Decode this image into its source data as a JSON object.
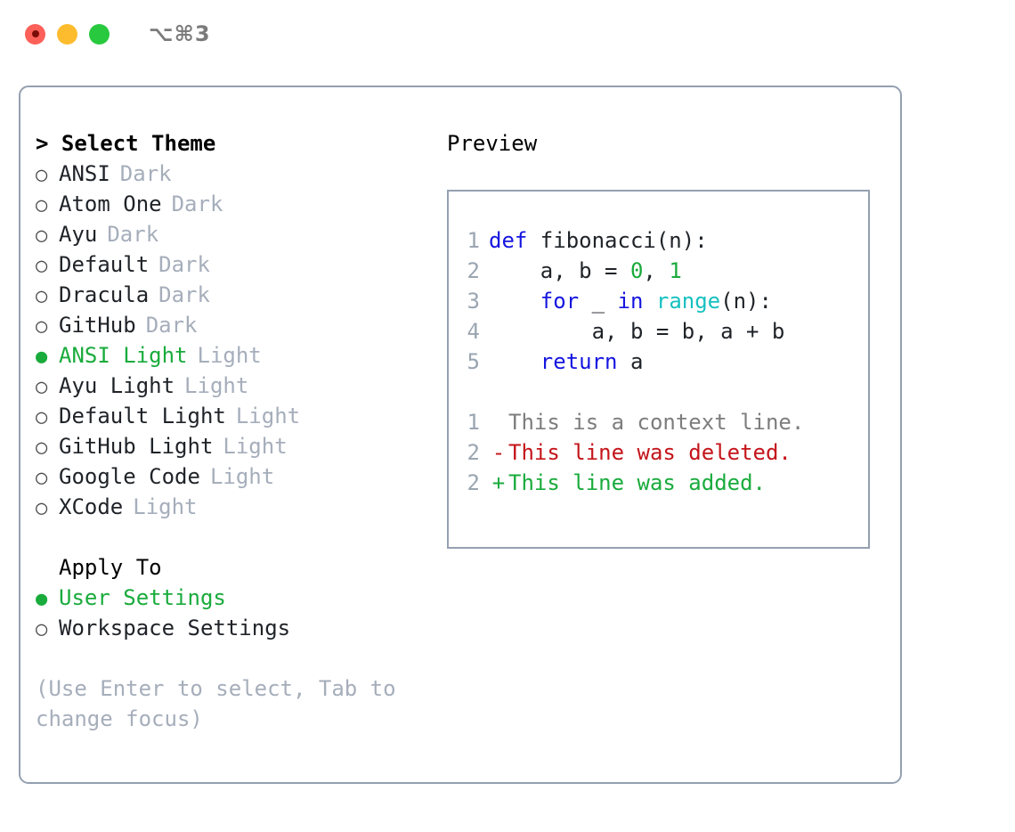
{
  "titlebar": {
    "traffic_lights": [
      {
        "name": "close-button",
        "color": "#fc6058"
      },
      {
        "name": "minimize-button",
        "color": "#fdbc2e"
      },
      {
        "name": "maximize-button",
        "color": "#28c93f"
      }
    ],
    "shortcut": "⌥⌘3"
  },
  "theme_picker": {
    "header": "> Select Theme",
    "options": [
      {
        "bullet": "○",
        "name": "ANSI",
        "category": "Dark",
        "selected": false
      },
      {
        "bullet": "○",
        "name": "Atom One",
        "category": "Dark",
        "selected": false
      },
      {
        "bullet": "○",
        "name": "Ayu",
        "category": "Dark",
        "selected": false
      },
      {
        "bullet": "○",
        "name": "Default",
        "category": "Dark",
        "selected": false
      },
      {
        "bullet": "○",
        "name": "Dracula",
        "category": "Dark",
        "selected": false
      },
      {
        "bullet": "○",
        "name": "GitHub",
        "category": "Dark",
        "selected": false
      },
      {
        "bullet": "●",
        "name": "ANSI Light",
        "category": "Light",
        "selected": true
      },
      {
        "bullet": "○",
        "name": "Ayu Light",
        "category": "Light",
        "selected": false
      },
      {
        "bullet": "○",
        "name": "Default Light",
        "category": "Light",
        "selected": false
      },
      {
        "bullet": "○",
        "name": "GitHub Light",
        "category": "Light",
        "selected": false
      },
      {
        "bullet": "○",
        "name": "Google Code",
        "category": "Light",
        "selected": false
      },
      {
        "bullet": "○",
        "name": "XCode",
        "category": "Light",
        "selected": false
      }
    ]
  },
  "apply_to": {
    "header": "Apply To",
    "options": [
      {
        "bullet": "●",
        "name": "User Settings",
        "selected": true
      },
      {
        "bullet": "○",
        "name": "Workspace Settings",
        "selected": false
      }
    ]
  },
  "hint": "(Use Enter to select, Tab to change focus)",
  "preview": {
    "title": "Preview",
    "code_lines": [
      {
        "no": "1",
        "tokens": [
          {
            "t": "def",
            "c": "kw"
          },
          {
            "t": " fibonacci(n):",
            "c": "txt"
          }
        ]
      },
      {
        "no": "2",
        "tokens": [
          {
            "t": "    a, b = ",
            "c": "txt"
          },
          {
            "t": "0",
            "c": "num"
          },
          {
            "t": ", ",
            "c": "txt"
          },
          {
            "t": "1",
            "c": "num"
          }
        ]
      },
      {
        "no": "3",
        "tokens": [
          {
            "t": "    ",
            "c": "txt"
          },
          {
            "t": "for",
            "c": "kw"
          },
          {
            "t": " _ ",
            "c": "txt"
          },
          {
            "t": "in",
            "c": "kw"
          },
          {
            "t": " ",
            "c": "txt"
          },
          {
            "t": "range",
            "c": "fn"
          },
          {
            "t": "(n):",
            "c": "txt"
          }
        ]
      },
      {
        "no": "4",
        "tokens": [
          {
            "t": "        a, b = b, a + b",
            "c": "txt"
          }
        ]
      },
      {
        "no": "5",
        "tokens": [
          {
            "t": "    ",
            "c": "txt"
          },
          {
            "t": "return",
            "c": "kw"
          },
          {
            "t": " a",
            "c": "txt"
          }
        ]
      }
    ],
    "diff_lines": [
      {
        "no": "1",
        "mark": " ",
        "text": "This is a context line.",
        "kind": "ctx"
      },
      {
        "no": "2",
        "mark": "-",
        "text": "This line was deleted.",
        "kind": "del"
      },
      {
        "no": "2",
        "mark": "+",
        "text": "This line was added.",
        "kind": "add"
      }
    ]
  },
  "colors": {
    "accent_green": "#19ab3c",
    "border": "#94a0b0",
    "muted": "#a6aebb",
    "keyword": "#1515e0",
    "function": "#17c0c0",
    "number": "#19ab3c",
    "diff_add": "#19ab3c",
    "diff_del": "#c4141a",
    "diff_ctx": "#7d7d7d"
  }
}
